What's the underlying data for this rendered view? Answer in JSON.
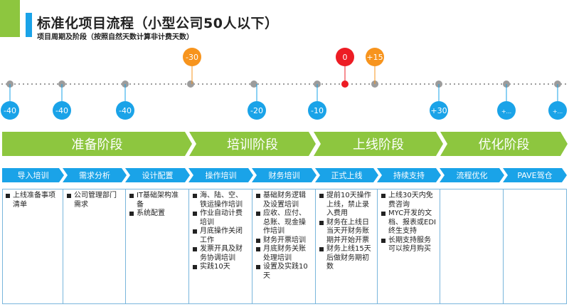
{
  "header": {
    "title": "标准化项目流程（小型公司50人以下）",
    "subtitle": "项目周期及阶段（按照自然天数计算非计费天数）"
  },
  "colors": {
    "green": "#8dc63f",
    "blue": "#1aa3e8",
    "orange": "#f7941d",
    "red": "#ed1c24",
    "gray": "#9c9c9c"
  },
  "timeline": {
    "top_markers": [
      {
        "label": "-30",
        "color": "orange"
      },
      {
        "label": "0",
        "color": "red"
      },
      {
        "label": "+15",
        "color": "orange"
      }
    ],
    "bottom_markers": [
      "-40",
      "-40",
      "-40",
      "-20",
      "-10",
      "+30",
      "+...",
      "+..."
    ]
  },
  "phases": [
    "准备阶段",
    "培训阶段",
    "上线阶段",
    "优化阶段"
  ],
  "steps": [
    "导入培训",
    "需求分析",
    "设计配置",
    "操作培训",
    "财务培训",
    "正式上线",
    "持续支持",
    "流程优化",
    "PAVE驾仓"
  ],
  "columns": [
    {
      "items": [
        "上线准备事项清单"
      ]
    },
    {
      "items": [
        "公司管理部门需求"
      ]
    },
    {
      "items": [
        "IT基础架构准备",
        "系统配置"
      ]
    },
    {
      "items": [
        "海、陆、空、铁运操作培训",
        "作业自动计费培训",
        "月底操作关闭工作",
        "发票开具及财务协调培训",
        "实践10天"
      ]
    },
    {
      "items": [
        "基础财务逻辑及设置培训",
        "应收、应付、总账、现金操作培训",
        "财务开票培训",
        "月底财务关账处理培训",
        "设置及实践10天"
      ]
    },
    {
      "items": [
        "提前10天操作上线，禁止录入费用",
        "财务在上线日当天开财务账期并开始开票",
        "财务上线15天后做财务期初数"
      ]
    },
    {
      "items": [
        "上线30天内免费咨询",
        "MYC开发的文档、报表或EDI终生支持",
        "长期支持服务可以按月购买"
      ]
    },
    {
      "items": []
    },
    {
      "items": []
    }
  ]
}
